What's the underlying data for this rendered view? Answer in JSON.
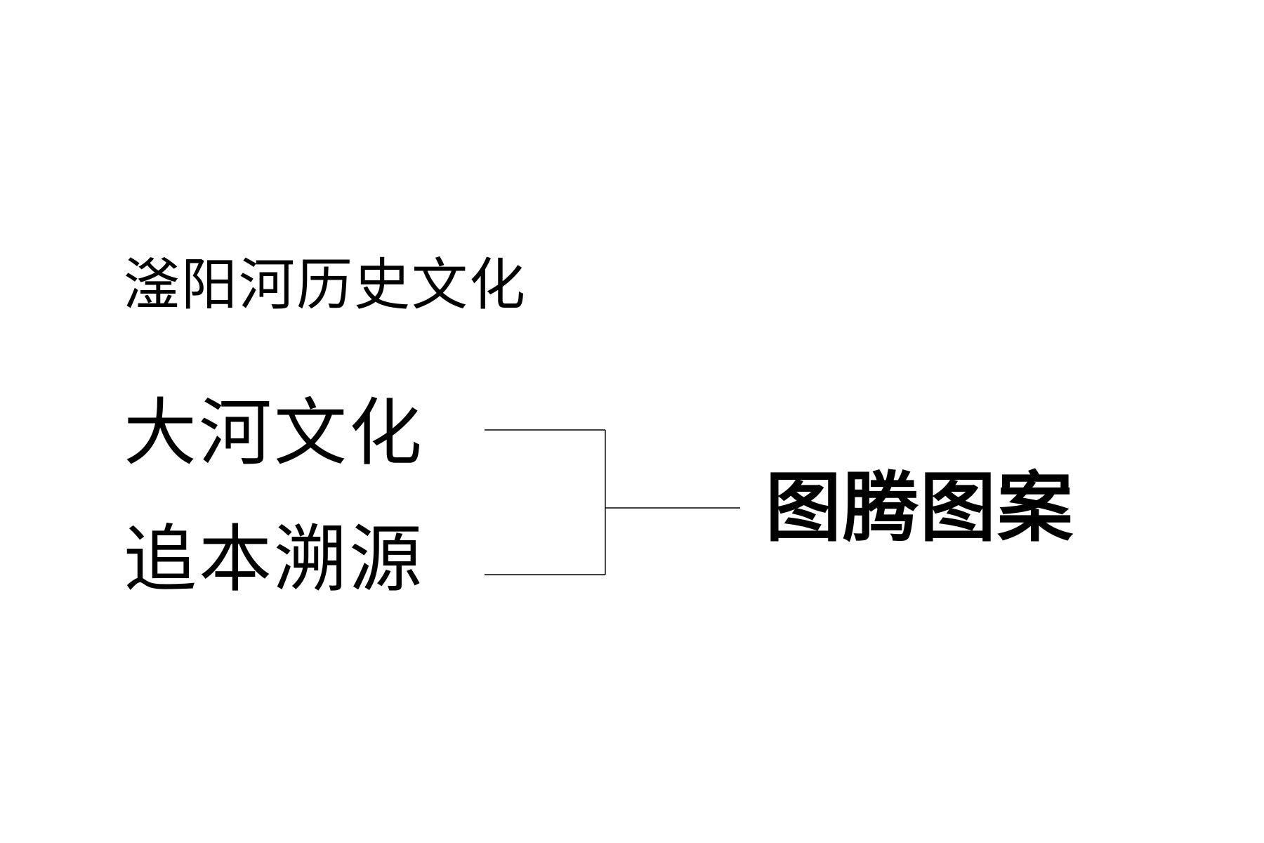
{
  "diagram": {
    "subtitle": "滏阳河历史文化",
    "branches": [
      {
        "label": "大河文化"
      },
      {
        "label": "追本溯源"
      }
    ],
    "result": "图腾图案"
  },
  "colors": {
    "background": "#ffffff",
    "text": "#000000",
    "connector": "#000000"
  }
}
